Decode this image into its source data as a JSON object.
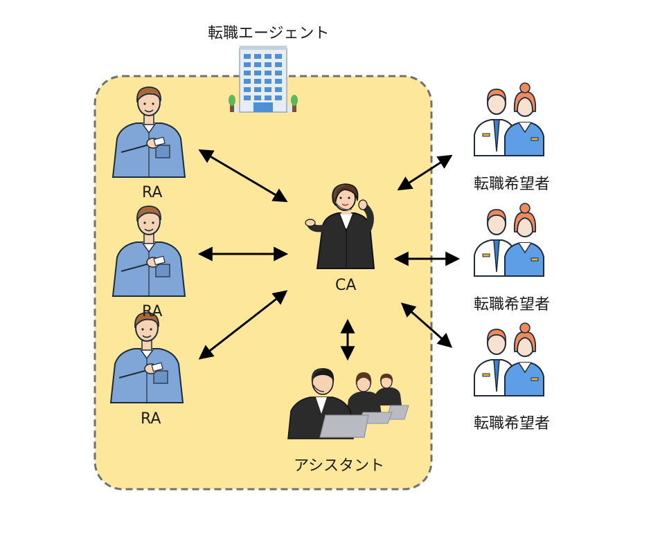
{
  "agency": {
    "title": "転職エージェント",
    "building_icon": "office-building-icon"
  },
  "nodes": {
    "ra": [
      {
        "label": "RA",
        "icon": "recruiter-man-icon"
      },
      {
        "label": "RA",
        "icon": "recruiter-man-icon"
      },
      {
        "label": "RA",
        "icon": "recruiter-man-icon"
      }
    ],
    "ca": {
      "label": "CA",
      "icon": "headset-woman-icon"
    },
    "assistant": {
      "label": "アシスタント",
      "icon": "call-center-team-icon"
    },
    "seekers": [
      {
        "label": "転職希望者",
        "icon": "job-seekers-pair-icon"
      },
      {
        "label": "転職希望者",
        "icon": "job-seekers-pair-icon"
      },
      {
        "label": "転職希望者",
        "icon": "job-seekers-pair-icon"
      }
    ]
  },
  "edges": [
    {
      "from": "RA 1",
      "to": "CA",
      "type": "bidirectional"
    },
    {
      "from": "RA 2",
      "to": "CA",
      "type": "bidirectional"
    },
    {
      "from": "RA 3",
      "to": "CA",
      "type": "bidirectional"
    },
    {
      "from": "CA",
      "to": "アシスタント",
      "type": "bidirectional"
    },
    {
      "from": "CA",
      "to": "転職希望者 1",
      "type": "bidirectional"
    },
    {
      "from": "CA",
      "to": "転職希望者 2",
      "type": "bidirectional"
    },
    {
      "from": "CA",
      "to": "転職希望者 3",
      "type": "bidirectional"
    }
  ],
  "colors": {
    "agency_fill": "#fde79b",
    "agency_border": "#707070",
    "arrow": "#000000",
    "shirt_blue": "#7fa6d6",
    "suit_dark": "#2b2b2b",
    "skin": "#f6d3b3",
    "seeker_hair": "#ee8a5c",
    "seeker_blue": "#5d9ee6"
  }
}
